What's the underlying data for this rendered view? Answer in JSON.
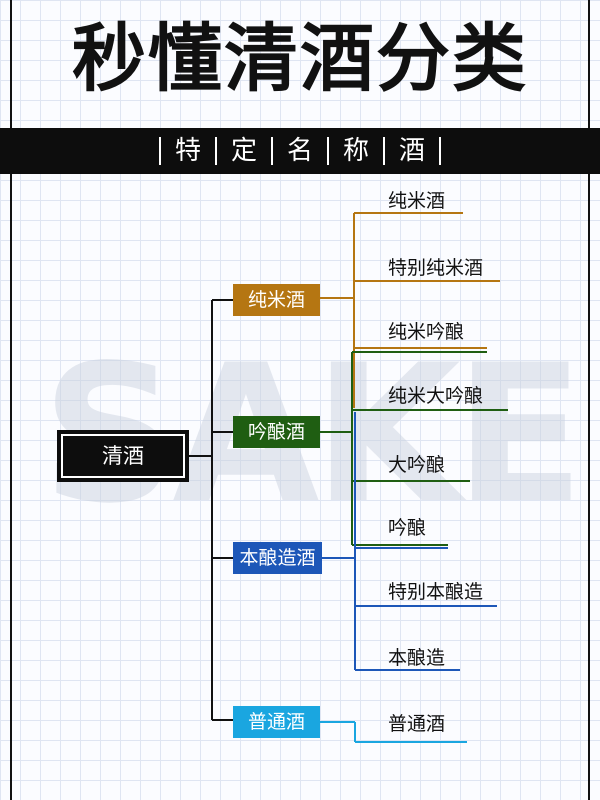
{
  "title": "秒懂清酒分类",
  "subtitle_chars": [
    "特",
    "定",
    "名",
    "称",
    "酒"
  ],
  "watermark": "SAKE",
  "root": {
    "label": "清酒",
    "color": "#0d0d0d"
  },
  "categories": [
    {
      "label": "纯米酒",
      "color": "#b57612"
    },
    {
      "label": "吟酿酒",
      "color": "#1f5e12"
    },
    {
      "label": "本酿造酒",
      "color": "#1d57b8"
    },
    {
      "label": "普通酒",
      "color": "#1aa6e0"
    }
  ],
  "leaves": [
    "纯米酒",
    "特别纯米酒",
    "纯米吟酿",
    "纯米大吟酿",
    "大吟酿",
    "吟酿",
    "特别本酿造",
    "本酿造",
    "普通酒"
  ]
}
